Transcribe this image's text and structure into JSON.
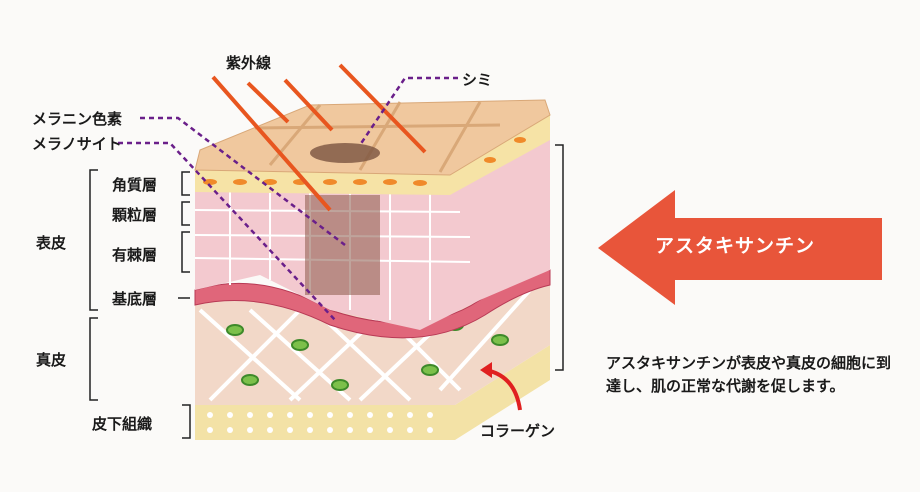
{
  "labels": {
    "uv": "紫外線",
    "spot": "シミ",
    "melanin": "メラニン色素",
    "melanocyte": "メラノサイト",
    "epidermis": "表皮",
    "stratum_corneum": "角質層",
    "stratum_granulosum": "顆粒層",
    "stratum_spinosum": "有棘層",
    "stratum_basale": "基底層",
    "dermis": "真皮",
    "subcutaneous": "皮下組織",
    "collagen": "コラーゲン"
  },
  "arrow": {
    "label": "アスタキサンチン",
    "color": "#e8553a"
  },
  "description": "アスタキサンチンが表皮や真皮の細胞に到達し、肌の正常な代謝を促します。",
  "colors": {
    "uv_arrow": "#e8561f",
    "leader_line": "#6a1f8a",
    "collagen_arrow": "#e02020"
  }
}
